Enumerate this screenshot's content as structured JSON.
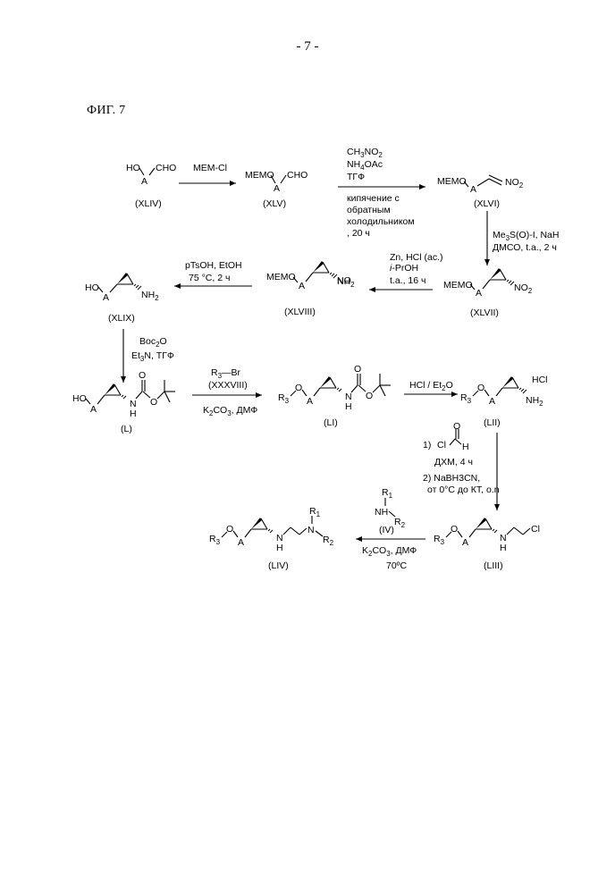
{
  "page_number": "- 7 -",
  "figure_label": "ФИГ. 7",
  "compounds": {
    "XLIV": "(XLIV)",
    "XLV": "(XLV)",
    "XLVI": "(XLVI)",
    "XLVII": "(XLVII)",
    "XLVIII": "(XLVIII)",
    "XLIX": "(XLIX)",
    "L": "(L)",
    "LI": "(LI)",
    "LII": "(LII)",
    "LIII": "(LIII)",
    "LIV": "(LIV)"
  },
  "atoms": {
    "HO": "HO",
    "A": "A",
    "CHO": "CHO",
    "MEMO": "MEMO",
    "NO": "NO",
    "sub2": "2",
    "NH": "NH",
    "N": "N",
    "H": "H",
    "O": "O",
    "R": "R",
    "sub3": "3",
    "HCl": "HCl",
    "Cl": "Cl",
    "sub1": "1"
  },
  "reagents": {
    "step1": "MEM-Cl",
    "step2": {
      "line1": "CH",
      "line1_sub": "3",
      "line1_end": "NO",
      "line1_sub2": "2",
      "line2": "NH",
      "line2_sub": "4",
      "line2_end": "OAc",
      "line3": "ТГФ",
      "line4": "кипячение с",
      "line5": "обратным",
      "line6": "холодильником",
      "line7": ", 20 ч"
    },
    "step3": {
      "line1": "Me",
      "line1_sub": "3",
      "line1_end": "S(O)-I, NaH",
      "line2": "ДМСО, t.a., 2 ч"
    },
    "step4": {
      "line1": "Zn, HCl (ac.)",
      "line2_i": "i",
      "line2": "-PrOH",
      "line3": "t.a., 16 ч"
    },
    "step5": {
      "line1": "pTsOH, EtOH",
      "line2": "75 °C, 2 ч"
    },
    "step6": {
      "line1": "Boc",
      "line1_sub": "2",
      "line1_end": "O",
      "line2": "Et",
      "line2_sub": "3",
      "line2_end": "N, ТГФ"
    },
    "step7": {
      "line1_a": "R",
      "line1_sub": "3",
      "line1_b": "—Br",
      "line2": "(XXXVIII)",
      "line3": "K",
      "line3_sub": "2",
      "line3_mid": "CO",
      "line3_sub2": "3",
      "line3_end": ", ДМФ"
    },
    "step8": {
      "a": "HCl / Et",
      "sub": "2",
      "b": "O"
    },
    "step9": {
      "line1_num": "1)",
      "line2": "ДХМ, 4 ч",
      "line3": "2)  NaBH3CN,",
      "line4": "от 0°C  до КТ, o.n"
    },
    "step10": {
      "amine": "(IV)",
      "line1": "K",
      "line1_sub": "2",
      "line1_mid": "CO",
      "line1_sub2": "3",
      "line1_end": ", ДМФ",
      "line2": "70ºC"
    }
  }
}
